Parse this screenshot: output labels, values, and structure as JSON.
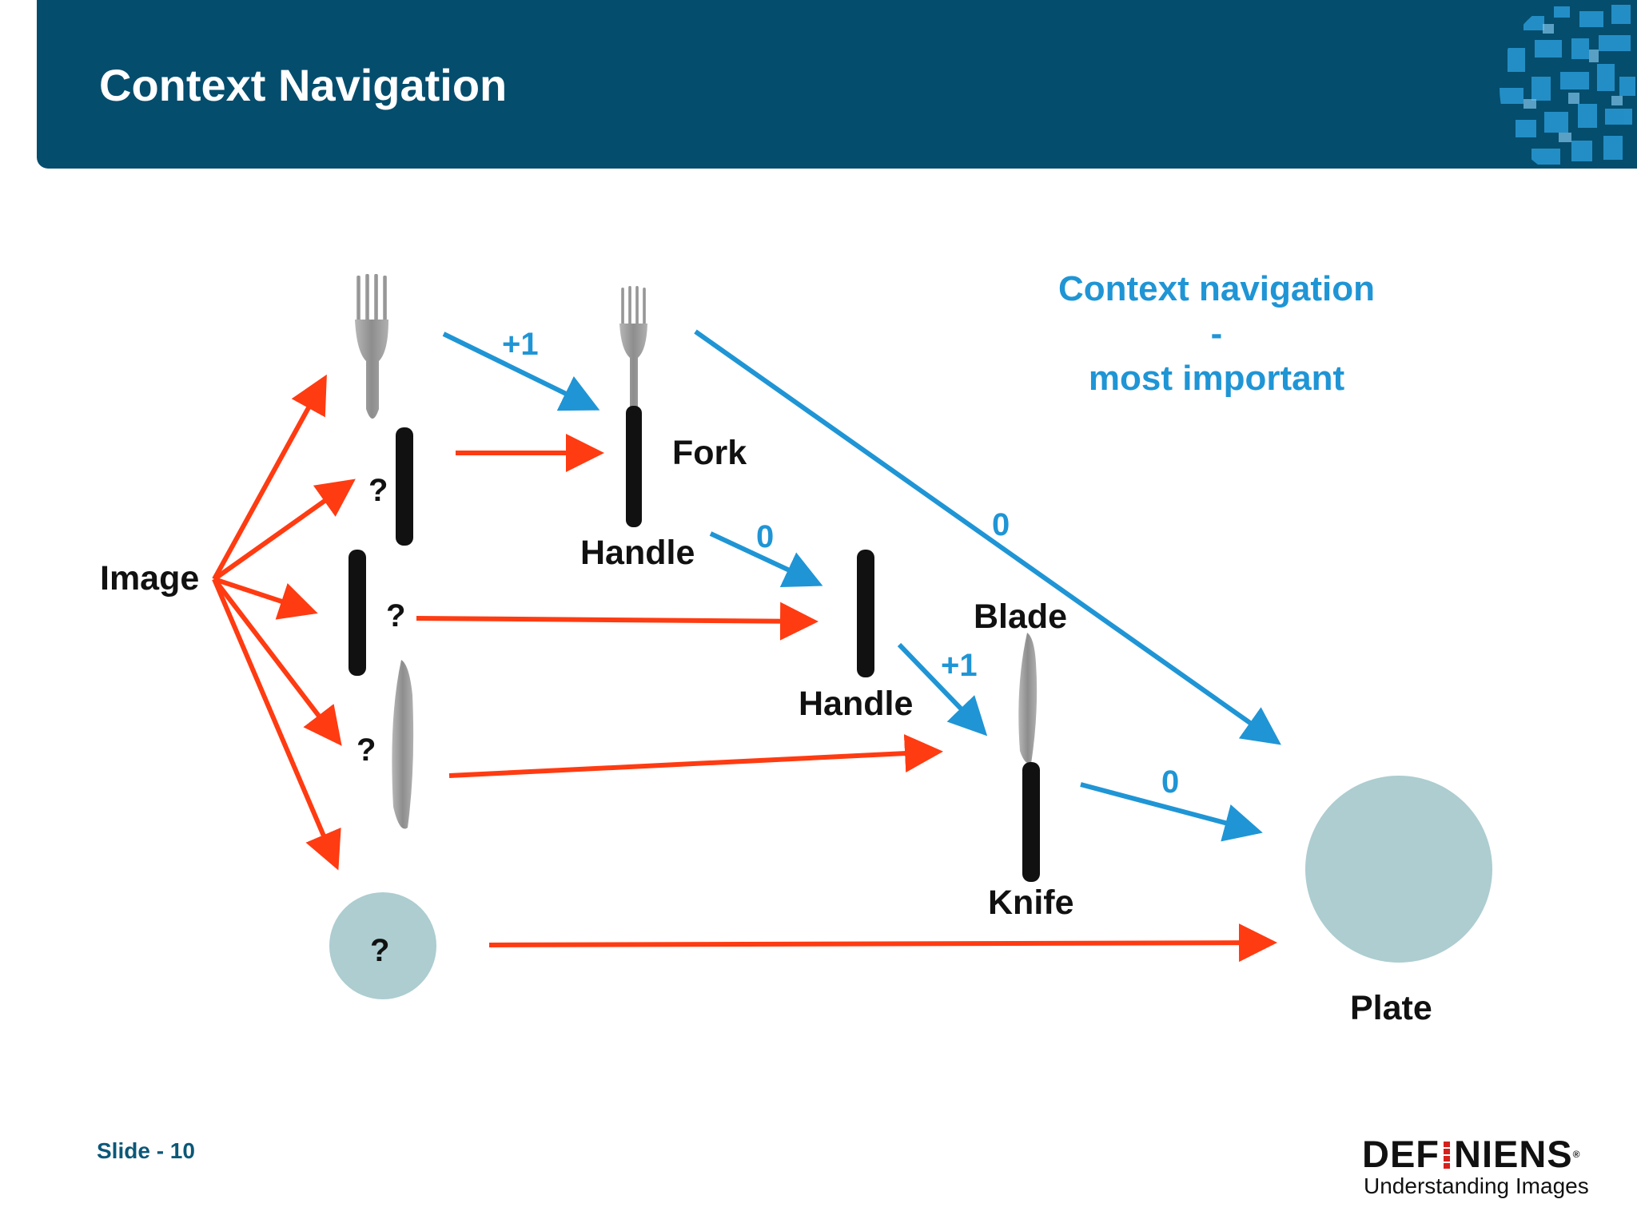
{
  "slide": {
    "title": "Context Navigation",
    "number_label": "Slide - 10"
  },
  "diagram": {
    "image_label": "Image",
    "question_mark": "?",
    "fork_label": "Fork",
    "handle_label_1": "Handle",
    "handle_label_2": "Handle",
    "blade_label": "Blade",
    "knife_label": "Knife",
    "plate_label": "Plate",
    "weights": {
      "fork_to_fork": "+1",
      "handle_to_handle": "0",
      "fork_to_plate": "0",
      "handle_to_knife": "+1",
      "knife_to_plate": "0"
    },
    "note": {
      "line1": "Context navigation",
      "line2": "-",
      "line3": "most important"
    }
  },
  "logo": {
    "word_left": "DEF",
    "word_right": "NIENS",
    "registered": "®",
    "tagline": "Understanding Images"
  },
  "colors": {
    "header": "#054d6d",
    "blue_arrow": "#1f95d5",
    "red_arrow": "#ff3b12",
    "plate": "#adcdd0",
    "handle": "#111111",
    "metal": "#9a9a9a"
  }
}
